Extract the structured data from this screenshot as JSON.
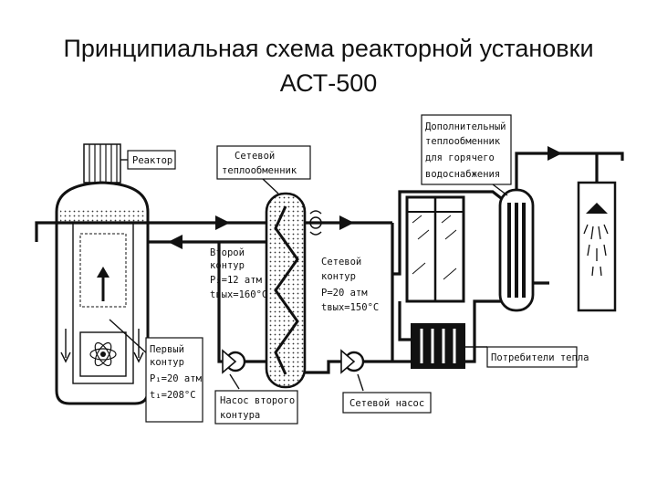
{
  "title": {
    "line1": "Принципиальная схема реакторной установки",
    "line2": "АСТ-500"
  },
  "labels": {
    "reactor": "Реактор",
    "network_hx": [
      "Сетевой",
      "теплообменник"
    ],
    "extra_hx": [
      "Дополнительный",
      "теплообменник",
      "для горячего",
      "водоснабжения"
    ],
    "second_loop": [
      "Второй",
      "контур",
      "P₂=12 атм",
      "tвых=160°С"
    ],
    "network_loop": [
      "Сетевой",
      "контур",
      "P=20 атм",
      "tвых=150°С"
    ],
    "first_loop": [
      "Первый",
      "контур",
      "P₁=20 атм",
      "t₁=208°С"
    ],
    "pump_second": [
      "Насос второго",
      "контура"
    ],
    "network_pump": [
      "Сетевой насос"
    ],
    "consumers": "Потребители тепла"
  }
}
